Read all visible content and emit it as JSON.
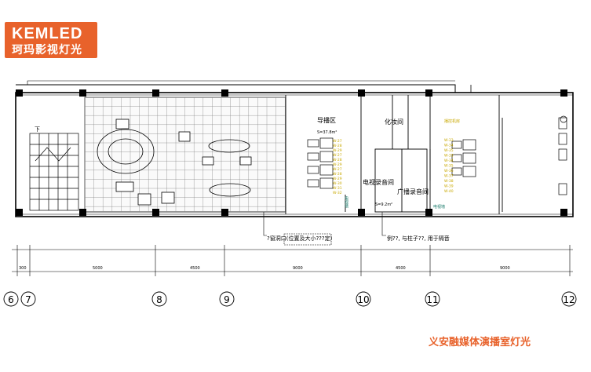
{
  "logo": {
    "brand": "KEMLED",
    "subtitle": "珂玛影视灯光"
  },
  "caption": "义安融媒体演播室灯光",
  "rooms": {
    "stair": "下",
    "director": "导播区",
    "director_area": "S=37.8m²",
    "makeup": "化妆间",
    "tv_audio": "电视录音间",
    "broadcast_audio": "广播录音间",
    "tv_wall_left": "电视墙",
    "tv_wall_right": "电视墙",
    "machine_room": "播控机房",
    "small_area": "S=9.2m²"
  },
  "annotations": {
    "door_note": "?窗洞口(位置及大小???定)",
    "column_note": "例??, 与柱子??, 用于隔音"
  },
  "dimensions": [
    "300",
    "5000",
    "4500",
    "9000",
    "4500",
    "9000"
  ],
  "axes": [
    "6",
    "7",
    "8",
    "9",
    "10",
    "11",
    "12"
  ],
  "desk_labels_left": [
    "W-27",
    "W-28",
    "W-29",
    "W-27",
    "W-28",
    "W-29",
    "W-27",
    "W-28",
    "W-29",
    "W-30",
    "W-31",
    "W-32"
  ],
  "desk_labels_right": [
    "W-33",
    "W-34",
    "W-35",
    "W-33",
    "W-34",
    "W-35",
    "W-36",
    "W-37",
    "W-38",
    "W-39",
    "W-40"
  ],
  "colors": {
    "accent": "#e8622b",
    "line": "#000000",
    "label_green": "#1a7a6a",
    "label_yellow": "#c8a800"
  }
}
